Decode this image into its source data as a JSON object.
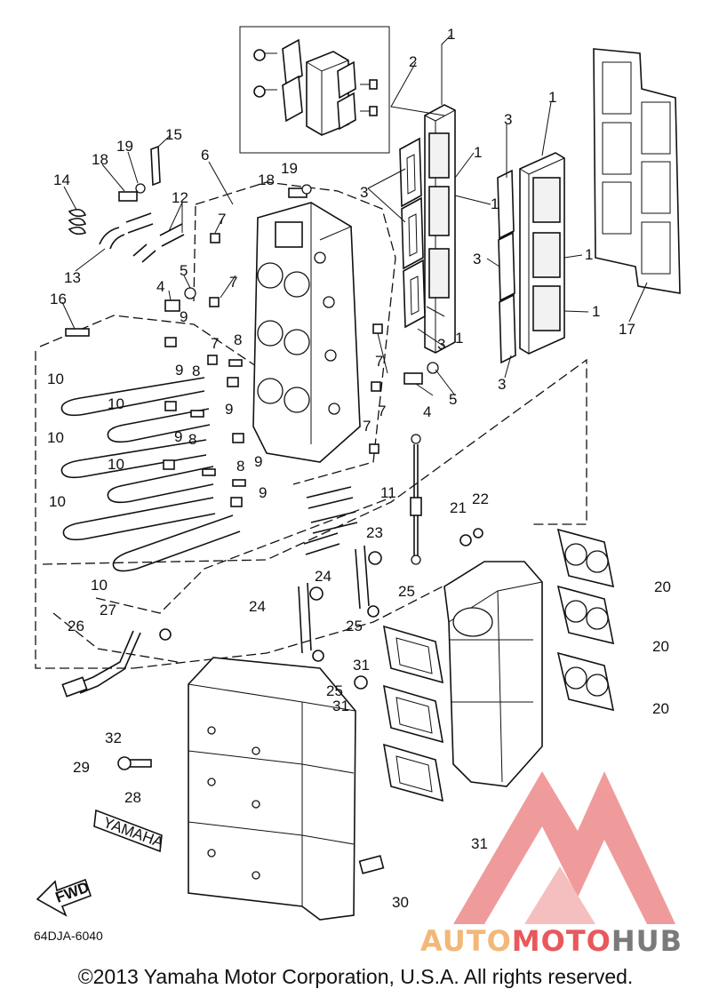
{
  "diagram_code": "64DJA-6040",
  "copyright": "©2013 Yamaha Motor Corporation, U.S.A. All rights reserved.",
  "fwd_label": "FWD",
  "decal_text": "YAMAHA",
  "watermark": {
    "part1": "AUTO",
    "part2": "MOTO",
    "part3": "HUB",
    "colors": {
      "auto": "#f3b777",
      "moto": "#e9585b",
      "hub": "#7a7a7a",
      "logo": "#ee8a8a"
    }
  },
  "callouts": [
    {
      "id": "c1a",
      "text": "1"
    },
    {
      "id": "c2",
      "text": "2"
    },
    {
      "id": "c1b",
      "text": "1"
    },
    {
      "id": "c1c",
      "text": "1"
    },
    {
      "id": "c3a",
      "text": "3"
    },
    {
      "id": "c3b",
      "text": "3"
    },
    {
      "id": "c1d",
      "text": "1"
    },
    {
      "id": "c3c",
      "text": "3"
    },
    {
      "id": "c1e",
      "text": "1"
    },
    {
      "id": "c1f",
      "text": "1"
    },
    {
      "id": "c3d",
      "text": "3"
    },
    {
      "id": "c17",
      "text": "17"
    },
    {
      "id": "c1g",
      "text": "1"
    },
    {
      "id": "c3e",
      "text": "3"
    },
    {
      "id": "c15",
      "text": "15"
    },
    {
      "id": "c19a",
      "text": "19"
    },
    {
      "id": "c18a",
      "text": "18"
    },
    {
      "id": "c14",
      "text": "14"
    },
    {
      "id": "c6",
      "text": "6"
    },
    {
      "id": "c19b",
      "text": "19"
    },
    {
      "id": "c18b",
      "text": "18"
    },
    {
      "id": "c12",
      "text": "12"
    },
    {
      "id": "c7a",
      "text": "7"
    },
    {
      "id": "c13",
      "text": "13"
    },
    {
      "id": "c5a",
      "text": "5"
    },
    {
      "id": "c4a",
      "text": "4"
    },
    {
      "id": "c7b",
      "text": "7"
    },
    {
      "id": "c16",
      "text": "16"
    },
    {
      "id": "c9a",
      "text": "9"
    },
    {
      "id": "c7c",
      "text": "7"
    },
    {
      "id": "c8a",
      "text": "8"
    },
    {
      "id": "c8b",
      "text": "8"
    },
    {
      "id": "c7d",
      "text": "7"
    },
    {
      "id": "c5b",
      "text": "5"
    },
    {
      "id": "c4b",
      "text": "4"
    },
    {
      "id": "c10a",
      "text": "10"
    },
    {
      "id": "c9b",
      "text": "9"
    },
    {
      "id": "c10b",
      "text": "10"
    },
    {
      "id": "c9c",
      "text": "9"
    },
    {
      "id": "c7e",
      "text": "7"
    },
    {
      "id": "c8c",
      "text": "8"
    },
    {
      "id": "c7f",
      "text": "7"
    },
    {
      "id": "c9d",
      "text": "9"
    },
    {
      "id": "c10c",
      "text": "10"
    },
    {
      "id": "c9e",
      "text": "9"
    },
    {
      "id": "c10d",
      "text": "10"
    },
    {
      "id": "c8d",
      "text": "8"
    },
    {
      "id": "c11",
      "text": "11"
    },
    {
      "id": "c9f",
      "text": "9"
    },
    {
      "id": "c10e",
      "text": "10"
    },
    {
      "id": "c22",
      "text": "22"
    },
    {
      "id": "c21",
      "text": "21"
    },
    {
      "id": "c23",
      "text": "23"
    },
    {
      "id": "c10f",
      "text": "10"
    },
    {
      "id": "c24a",
      "text": "24"
    },
    {
      "id": "c25a",
      "text": "25"
    },
    {
      "id": "c20a",
      "text": "20"
    },
    {
      "id": "c27",
      "text": "27"
    },
    {
      "id": "c24b",
      "text": "24"
    },
    {
      "id": "c26",
      "text": "26"
    },
    {
      "id": "c25b",
      "text": "25"
    },
    {
      "id": "c20b",
      "text": "20"
    },
    {
      "id": "c31a",
      "text": "31"
    },
    {
      "id": "c25c",
      "text": "25"
    },
    {
      "id": "c31b",
      "text": "31"
    },
    {
      "id": "c20c",
      "text": "20"
    },
    {
      "id": "c32",
      "text": "32"
    },
    {
      "id": "c29",
      "text": "29"
    },
    {
      "id": "c28",
      "text": "28"
    },
    {
      "id": "c31c",
      "text": "31"
    },
    {
      "id": "c30",
      "text": "30"
    }
  ]
}
